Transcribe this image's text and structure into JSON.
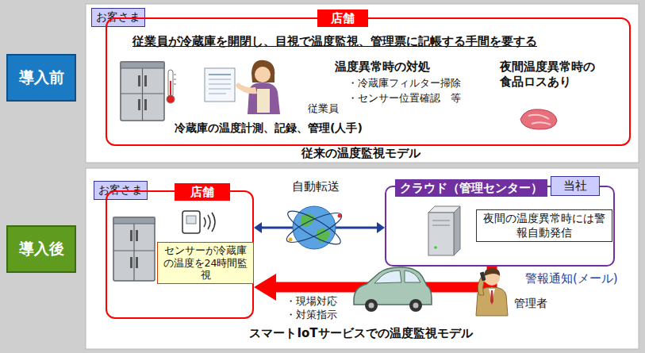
{
  "diagram": {
    "nodes": [
      {
        "text": [
          "導入前"
        ]
      },
      {
        "text": [
          "従来の温度監視モデル"
        ]
      },
      {
        "text": [
          "お客さま"
        ],
        "in": 1
      },
      {
        "text": [
          "店舗",
          "従業員が冷蔵庫を開閉し、目視で温度監視、管理票に記帳する手間を要する",
          "温度異常時の対処",
          "・冷蔵庫フィルター掃除",
          "・センサー位置確認　等",
          "夜間温度異常時の食品ロスあり",
          "従業員",
          "冷蔵庫の温度計測、記録、管理(人手)"
        ],
        "in": 1
      },
      {
        "text": [
          "導入後"
        ]
      },
      {
        "text": [
          "スマートIoTサービスでの温度監視モデル"
        ]
      },
      {
        "text": [
          "お客さま"
        ],
        "in": 5
      },
      {
        "text": [
          "店舗"
        ],
        "in": 5
      },
      {
        "text": [
          "センサーが冷蔵庫の温度を24時間監視"
        ],
        "in": 7
      },
      {
        "text": [
          "クラウド（管理センター）"
        ],
        "in": 5
      },
      {
        "text": [
          "当社"
        ],
        "in": 5
      },
      {
        "text": [
          "夜間の温度異常時には警報自動発信"
        ],
        "in": 9
      }
    ],
    "edges": [
      {
        "from": 7,
        "to": 9,
        "arrow": "both"
      },
      {
        "from": 9,
        "to": 7,
        "arrow": "to"
      }
    ],
    "labels": [
      "自動転送",
      "警報通知(メール)",
      "管理者",
      "・現場対応",
      "・対策指示"
    ]
  }
}
